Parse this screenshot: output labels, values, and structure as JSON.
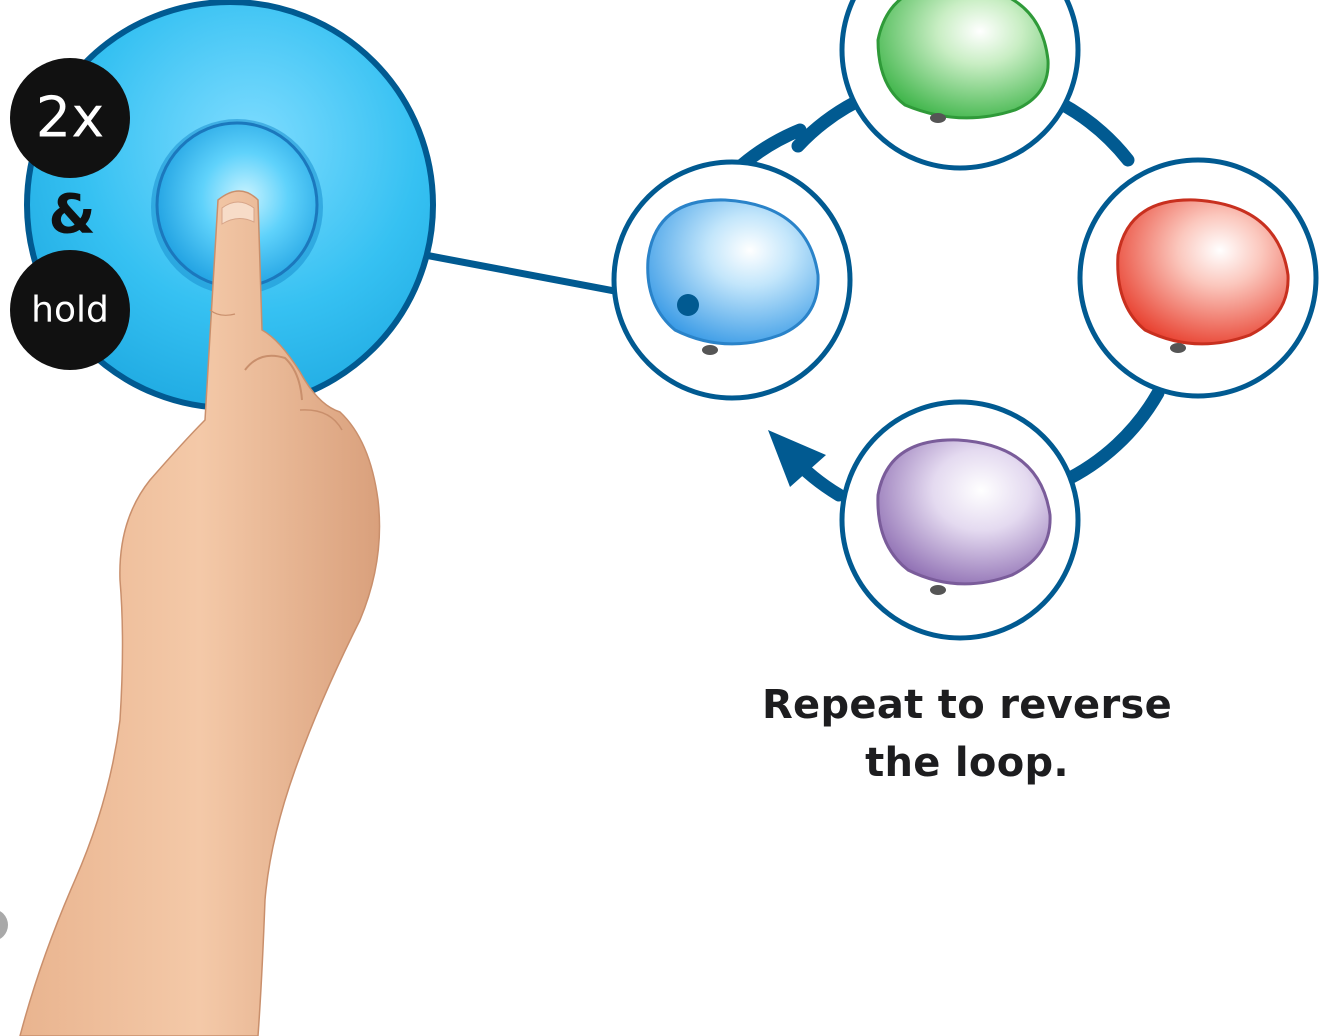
{
  "badges": {
    "top": "2x",
    "middle": "&",
    "bottom": "hold"
  },
  "caption": {
    "line1": "Repeat to reverse",
    "line2": "the loop."
  },
  "lamps": [
    {
      "color_name": "green",
      "hex": "#3fb54a"
    },
    {
      "color_name": "red",
      "hex": "#e8402f"
    },
    {
      "color_name": "purple",
      "hex": "#8f6fb3"
    },
    {
      "color_name": "blue",
      "hex": "#3a9be6"
    }
  ],
  "colors": {
    "ring": "#015a91",
    "button_disc": "#33bdf0",
    "badge": "#111111",
    "text": "#1d1d1f"
  }
}
